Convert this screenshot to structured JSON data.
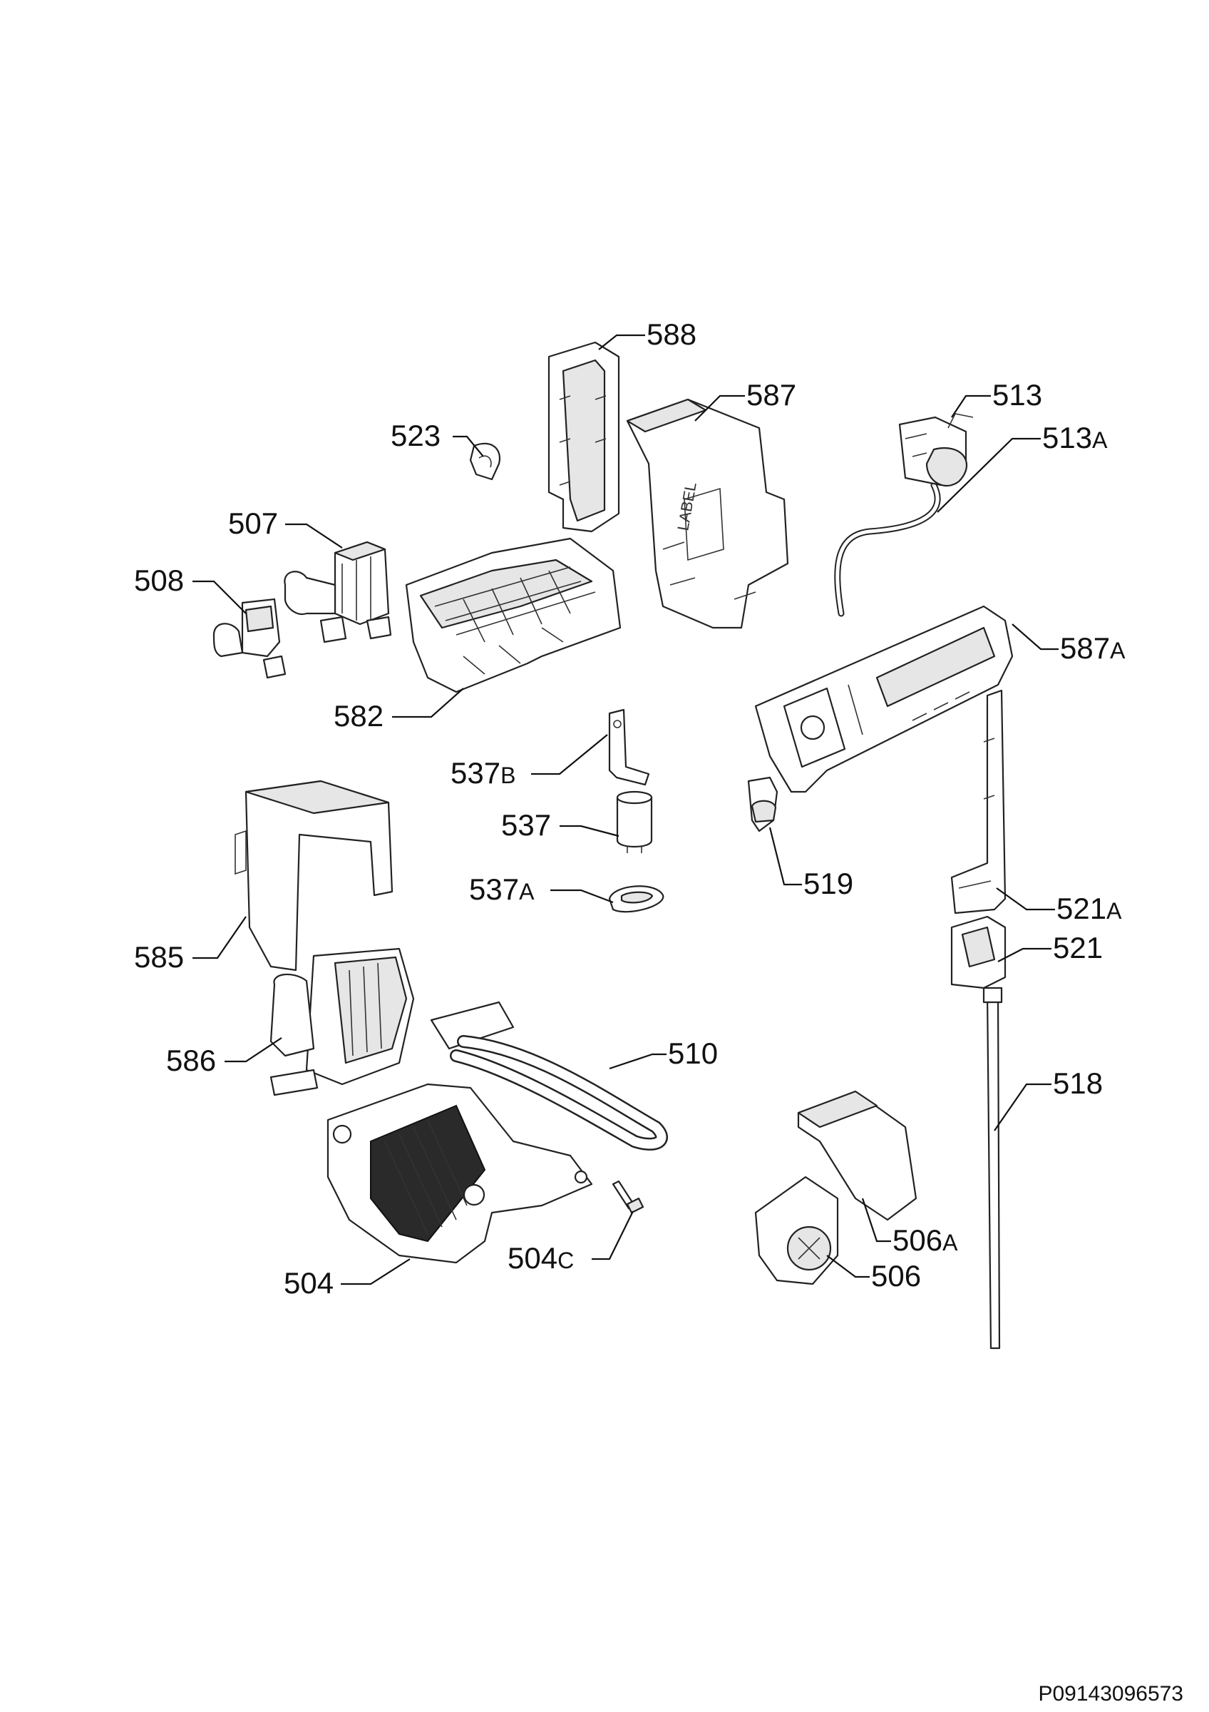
{
  "document_id": "P09143096573",
  "callouts": [
    {
      "id": "588",
      "label": "588"
    },
    {
      "id": "587",
      "label": "587"
    },
    {
      "id": "513",
      "label": "513"
    },
    {
      "id": "513A",
      "label": "513",
      "suffix": "A"
    },
    {
      "id": "523",
      "label": "523"
    },
    {
      "id": "507",
      "label": "507"
    },
    {
      "id": "508",
      "label": "508"
    },
    {
      "id": "587A",
      "label": "587",
      "suffix": "A"
    },
    {
      "id": "582",
      "label": "582"
    },
    {
      "id": "537B",
      "label": "537",
      "suffix": "B"
    },
    {
      "id": "537",
      "label": "537"
    },
    {
      "id": "519",
      "label": "519"
    },
    {
      "id": "537A",
      "label": "537",
      "suffix": "A"
    },
    {
      "id": "521A",
      "label": "521",
      "suffix": "A"
    },
    {
      "id": "585",
      "label": "585"
    },
    {
      "id": "521",
      "label": "521"
    },
    {
      "id": "586",
      "label": "586"
    },
    {
      "id": "510",
      "label": "510"
    },
    {
      "id": "518",
      "label": "518"
    },
    {
      "id": "506A",
      "label": "506",
      "suffix": "A"
    },
    {
      "id": "504C",
      "label": "504",
      "suffix": "C"
    },
    {
      "id": "506",
      "label": "506"
    },
    {
      "id": "504",
      "label": "504"
    }
  ]
}
